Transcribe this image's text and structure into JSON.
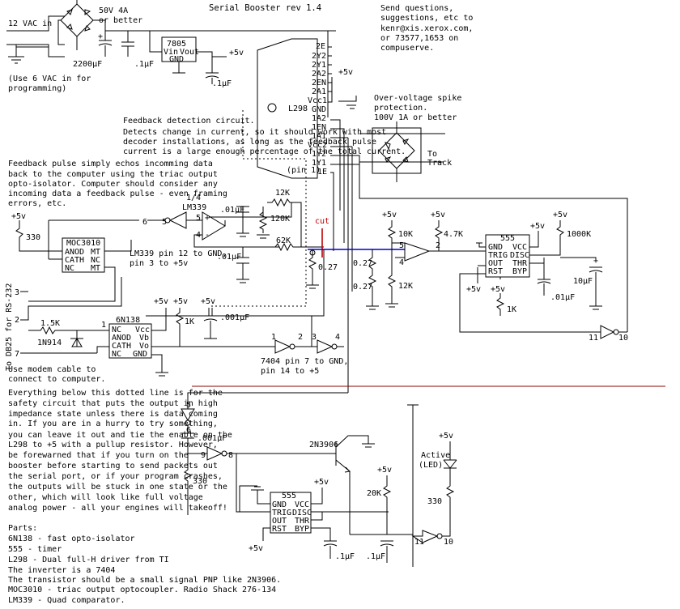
{
  "title": "Serial Booster rev 1.4",
  "contact": [
    "Send questions,",
    "suggestions, etc to",
    "kenr@xis.xerox.com,",
    "or 73577,1653 on",
    "compuserve."
  ],
  "power": {
    "vac_in": "12 VAC in",
    "bridge_rating": [
      "50V 4A",
      "or better"
    ],
    "prog_note": [
      "(Use 6 VAC in for",
      "programming)"
    ],
    "cap_big": "2200µF",
    "cap_small": ".1µF",
    "cap_out": ".1µF",
    "reg": "7805",
    "reg_pins": [
      "Vin",
      "Vout",
      "GND"
    ],
    "plus5": "+5v",
    "plus": "+"
  },
  "l298": {
    "name": "L298",
    "pins": [
      "2E",
      "2Y2",
      "2Y1",
      "2A2",
      "2EN",
      "2A1",
      "Vcc1",
      "GND",
      "1A2",
      "1EN",
      "1A1",
      "Vcc2",
      "1Y2",
      "1Y1",
      "1E"
    ],
    "pin1": "(pin 1)",
    "vcc_label": "+5v"
  },
  "spike": {
    "lines": [
      "Over-voltage spike",
      "protection.",
      "100V 1A or better"
    ],
    "to_track": [
      "To",
      "Track"
    ]
  },
  "feedback_note": [
    "Feedback detection circuit.",
    "Detects change in current, so it should work with most",
    "decoder installations, as long as the feedback pulse",
    "current is a large enough percentage of the total current."
  ],
  "echo_note": [
    "Feedback pulse simply echos incomming data",
    "back to the computer using the triac output",
    "opto-isolator. Computer should consider any",
    "incoming data a feedback pulse - even framing",
    "errors, etc."
  ],
  "comparator": {
    "name": [
      "1/4",
      "LM339"
    ],
    "pins": [
      "6",
      "5",
      "5",
      "4"
    ],
    "note": [
      "LM339 pin 12 to GND,",
      "pin 3 to +5v"
    ],
    "plus": "+",
    "minus": "-"
  },
  "moc": {
    "name": "MOC3010",
    "pins": [
      "ANOD",
      "MT",
      "CATH",
      "NC",
      "NC",
      "MT"
    ],
    "r330": "330",
    "plus5": "+5v"
  },
  "feedback_parts": {
    "c1": ".01µF",
    "c2": ".01µF",
    "r12k": "12K",
    "r120k": "120K",
    "r62k": "62K",
    "r027": "0.27",
    "cut": "cut"
  },
  "opto": {
    "name": "6N138",
    "pins_left": [
      "NC",
      "ANOD",
      "CATH",
      "NC"
    ],
    "pins_right": [
      "Vcc",
      "Vb",
      "Vo",
      "GND"
    ],
    "pin1": "1",
    "r15k": "1.5K",
    "diode": "1N914",
    "plus5a": "+5v",
    "plus5b": "+5v",
    "plus5c": "+5v",
    "r1k": "1K",
    "cap": ".001µF"
  },
  "db25": {
    "label": "To DB25 for RS-232",
    "pins": [
      "3",
      "2",
      "7"
    ],
    "note": [
      "Use modem cable to",
      "connect to computer."
    ]
  },
  "inverter_note": [
    "7404 pin 7 to GND,",
    "pin 14 to +5"
  ],
  "inv_pins": [
    "1",
    "2",
    "3",
    "4"
  ],
  "current_sense": {
    "plus5a": "+5v",
    "plus5b": "+5v",
    "r10k": "10K",
    "r47k": "4.7K",
    "r12k": "12K",
    "r027a": "0.27",
    "r027b": "0.27",
    "pins": [
      "5",
      "4",
      "2"
    ]
  },
  "timer1": {
    "name": "555",
    "pins_left": [
      "GND",
      "TRIG",
      "OUT",
      "RST"
    ],
    "pins_right": [
      "VCC",
      "DISC",
      "THR",
      "BYP"
    ],
    "plus5a": "+5v",
    "plus5b": "+5v",
    "plus5c": "+5v",
    "plus5d": "+5v",
    "r1000k": "1000K",
    "r1k": "1K",
    "c10uf": "10µF",
    "c01": ".01µF",
    "plus": "+",
    "inv_pins": [
      "11",
      "10"
    ]
  },
  "safety_note": [
    "Everything below this dotted line is for the",
    "safety  circuit that puts the output in high",
    "impedance state unless there is data coming",
    "in. If you are in a hurry to try something,",
    "you can leave it out and tie the enable on the",
    "L298 to +5 with a pullup resistor. However,",
    "be forewarned that if you turn on the",
    "booster before starting to send packets out",
    "the serial port, or if your program crashes,",
    "the outputs will be stuck in one state or the",
    "other, which will look like full voltage",
    "analog power - all your engines will takeoff!"
  ],
  "safety": {
    "inv_pins": [
      "5",
      "6",
      "9",
      "8"
    ],
    "c001": ".001µF",
    "r330": "330",
    "transistor": "2N3906",
    "timer": "555",
    "pins_left": [
      "GND",
      "TRIG",
      "OUT",
      "RST"
    ],
    "pins_right": [
      "VCC",
      "DISC",
      "THR",
      "BYP"
    ],
    "plus5a": "+5v",
    "plus5b": "+5v",
    "plus5c": "+5v",
    "plus5d": "+5v",
    "r20k": "20K",
    "c1a": ".1µF",
    "c1b": ".1µF",
    "led": [
      "Active",
      "(LED)"
    ],
    "led_r": "330",
    "inv2_pins": [
      "11",
      "10"
    ]
  },
  "parts": {
    "heading": "Parts:",
    "lines": [
      "6N138 - fast opto-isolator",
      "555 - timer",
      "L298 - Dual full-H driver from TI",
      "The inverter is a 7404",
      "The transistor should be a small signal PNP like 2N3906.",
      "MOC3010 - triac output optocoupler. Radio Shack 276-134",
      "LM339 - Quad comparator."
    ]
  }
}
